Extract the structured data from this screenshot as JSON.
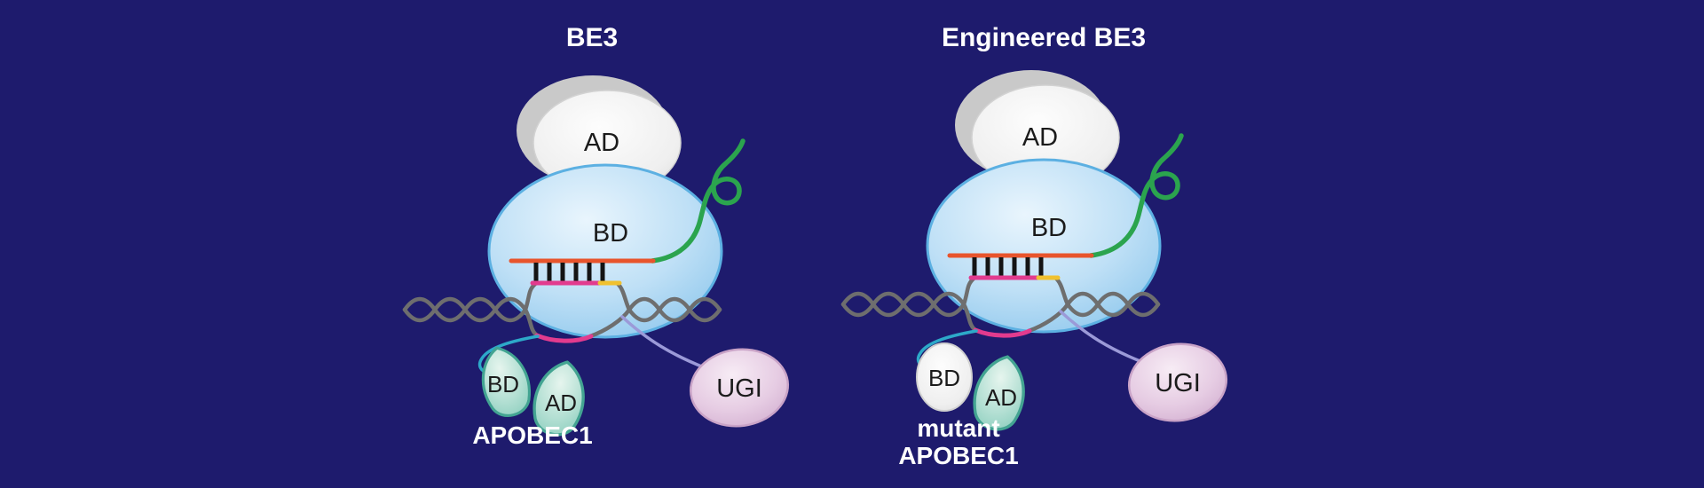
{
  "colors": {
    "background": "#1e1b6d",
    "cas9_blue_edge": "#5cb0e2",
    "sgrna_green": "#2ba44e",
    "rna_orange": "#e8542c",
    "dna_grey": "#6e6e6e",
    "base_pair_black": "#141414",
    "protospacer_magenta": "#e23b8e",
    "pam_yellow": "#f0c12f",
    "apobec_teal_edge": "#43a492",
    "linker_teal": "#2da9c9",
    "linker_purple": "#9b9ad8",
    "label_dark": "#1b1b1b",
    "label_white": "#ffffff"
  },
  "be3": {
    "title": "BE3",
    "ad_label": "AD",
    "bd_label": "BD",
    "apobec_bd_label": "BD",
    "apobec_ad_label": "AD",
    "apobec_name": "APOBEC1",
    "ugi_label": "UGI"
  },
  "engineered_be3": {
    "title": "Engineered BE3",
    "ad_label": "AD",
    "bd_label": "BD",
    "apobec_bd_label": "BD",
    "apobec_ad_label": "AD",
    "apobec_name_line1": "mutant",
    "apobec_name_line2": "APOBEC1",
    "ugi_label": "UGI"
  }
}
